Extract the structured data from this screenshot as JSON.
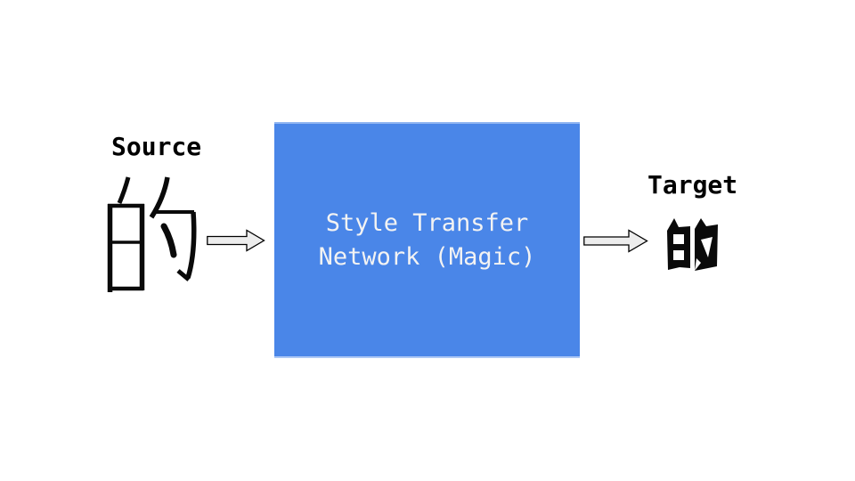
{
  "slide": {
    "background": "#ffffff",
    "source": {
      "label": "Source",
      "character": "的",
      "character_style": "serif"
    },
    "network_box": {
      "line1": "Style Transfer",
      "line2": "Network (Magic)",
      "fill": "#4a86e8",
      "text_color": "#f3f3f3"
    },
    "target": {
      "label": "Target",
      "character": "的",
      "character_style": "bold-decorative"
    },
    "arrows": {
      "direction": "right",
      "fill": "#ededed",
      "outline": "#000000"
    }
  }
}
